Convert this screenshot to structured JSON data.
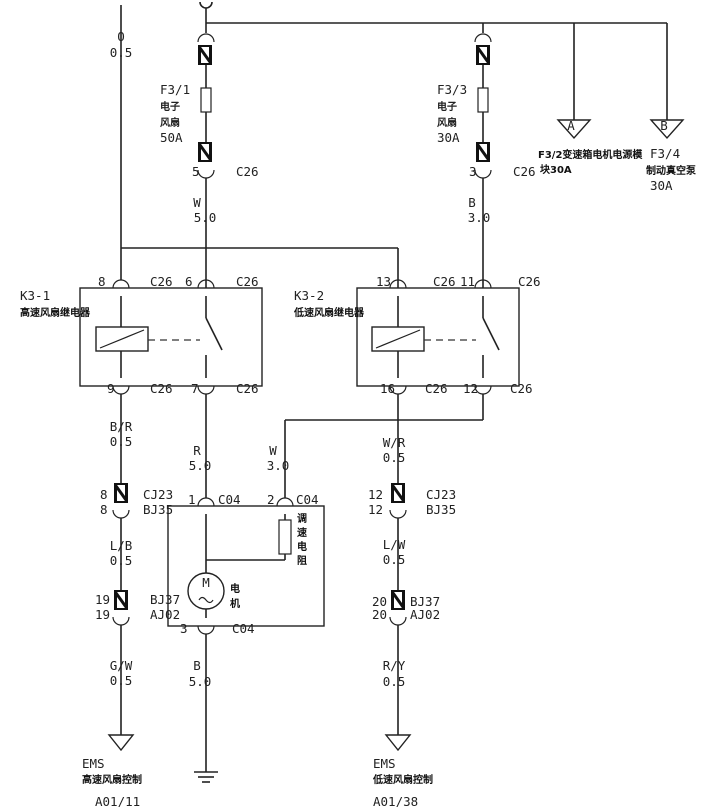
{
  "wires": {
    "top_left": {
      "color": "O",
      "size": "0.5"
    },
    "fuse31_out": {
      "color": "W",
      "size": "5.0"
    },
    "fuse33_out": {
      "color": "B",
      "size": "3.0"
    },
    "relay1_pin9": {
      "color": "B/R",
      "size": "0.5"
    },
    "relay1_pin7": {
      "color": "R",
      "size": "5.0"
    },
    "relay2_pin12": {
      "color": "W",
      "size": "3.0"
    },
    "relay2_pin16": {
      "color": "W/R",
      "size": "0.5"
    },
    "left_after_cj23": {
      "color": "L/B",
      "size": "0.5"
    },
    "right_after_cj23": {
      "color": "L/W",
      "size": "0.5"
    },
    "left_after_bj37": {
      "color": "G/W",
      "size": "0.5"
    },
    "right_after_bj37": {
      "color": "R/Y",
      "size": "0.5"
    },
    "motor_ground": {
      "color": "B",
      "size": "5.0"
    }
  },
  "fuses": [
    {
      "id": "F3/1",
      "line1": "电子",
      "line2": "风扇",
      "rating": "50A"
    },
    {
      "id": "F3/3",
      "line1": "电子",
      "line2": "风扇",
      "rating": "30A"
    }
  ],
  "branches": {
    "A": {
      "marker": "A",
      "text1": "F3/2变速箱电机电源模",
      "text2": "块30A"
    },
    "B": {
      "marker": "B",
      "text1": "F3/4",
      "text2": "制动真空泵",
      "text3": "30A"
    }
  },
  "relays": [
    {
      "id": "K3-1",
      "name": "高速风扇继电器",
      "pins": {
        "tl": "8",
        "tr": "6",
        "bl": "9",
        "br": "7"
      }
    },
    {
      "id": "K3-2",
      "name": "低速风扇继电器",
      "pins": {
        "tl": "13",
        "tr": "11",
        "bl": "16",
        "br": "12"
      }
    }
  ],
  "connector_labels": {
    "c26": "C26",
    "c04": "C04",
    "fuse1_pin": "5",
    "fuse3_pin": "3",
    "motor_pin1": "1",
    "motor_pin2": "2",
    "motor_pin3": "3"
  },
  "inline_connectors": [
    {
      "pin_top": "8",
      "pin_bot": "8",
      "name_top": "CJ23",
      "name_bot": "BJ35"
    },
    {
      "pin_top": "12",
      "pin_bot": "12",
      "name_top": "CJ23",
      "name_bot": "BJ35"
    },
    {
      "pin_top": "19",
      "pin_bot": "19",
      "name_top": "BJ37",
      "name_bot": "AJ02"
    },
    {
      "pin_top": "20",
      "pin_bot": "20",
      "name_top": "BJ37",
      "name_bot": "AJ02"
    }
  ],
  "motor": {
    "symbol": "M",
    "label_chars": [
      "电",
      "机"
    ],
    "resistor_chars": [
      "调",
      "速",
      "电",
      "阻"
    ]
  },
  "ems": [
    {
      "title": "EMS",
      "desc": "高速风扇控制",
      "pin": "A01/11"
    },
    {
      "title": "EMS",
      "desc": "低速风扇控制",
      "pin": "A01/38"
    }
  ]
}
